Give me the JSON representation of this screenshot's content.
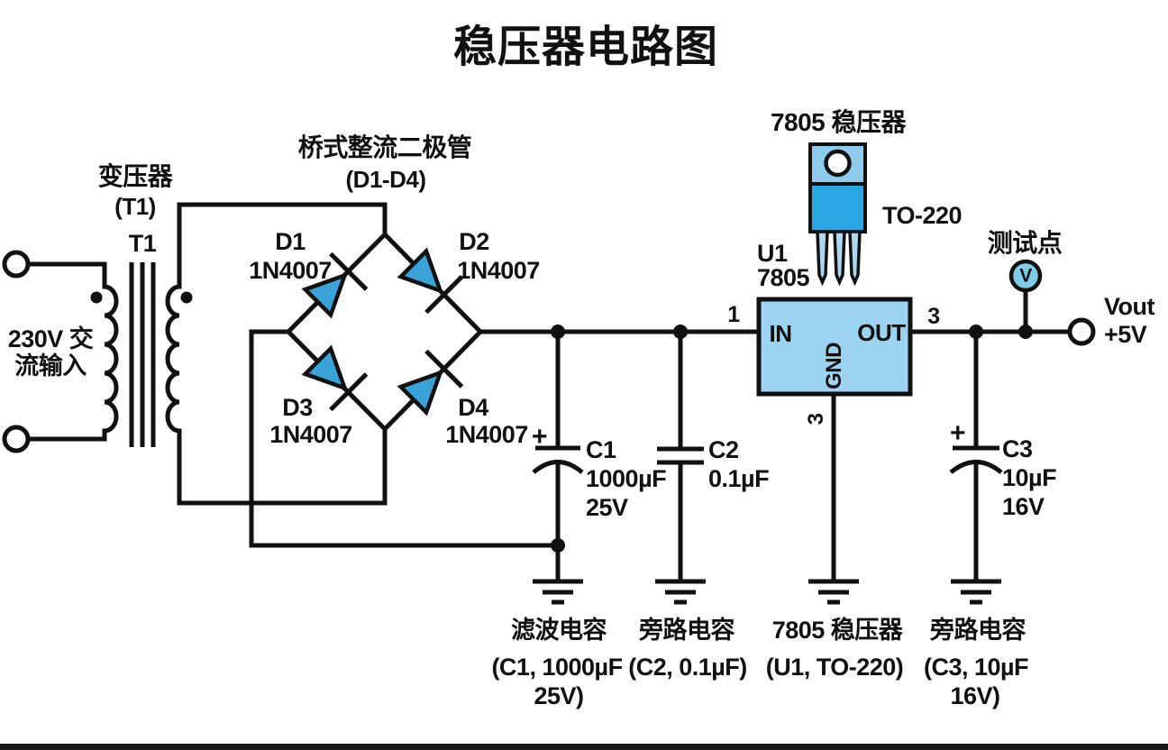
{
  "title": "稳压器电路图",
  "colors": {
    "wire": "#111111",
    "diode_fill": "#3aa4d8",
    "regulator_box_fill": "#9cd3f0",
    "to220_tab_fill": "#8ecbec",
    "to220_body_fill": "#29a7e2",
    "to220_leg_fill": "#aed7ee",
    "testpoint_fill": "#7fcbe8",
    "background": "#ffffff"
  },
  "transformer": {
    "label": "变压器",
    "sub": "(T1)",
    "ref": "T1",
    "input_line1": "230V 交",
    "input_line2": "流输入"
  },
  "bridge": {
    "label": "桥式整流二极管",
    "sub": "(D1-D4)",
    "diodes": {
      "d1": {
        "ref": "D1",
        "part": "1N4007"
      },
      "d2": {
        "ref": "D2",
        "part": "1N4007"
      },
      "d3": {
        "ref": "D3",
        "part": "1N4007"
      },
      "d4": {
        "ref": "D4",
        "part": "1N4007"
      }
    }
  },
  "capacitors": {
    "c1": {
      "polarity": "+",
      "ref": "C1",
      "value": "1000µF",
      "voltage": "25V"
    },
    "c2": {
      "ref": "C2",
      "value": "0.1µF"
    },
    "c3": {
      "polarity": "+",
      "ref": "C3",
      "value": "10µF",
      "voltage": "16V"
    }
  },
  "regulator": {
    "top_label": "7805 稳压器",
    "package": "TO-220",
    "ref": "U1",
    "part": "7805",
    "pin_in": "IN",
    "pin_out": "OUT",
    "pin_gnd": "GND",
    "pin_in_num": "1",
    "pin_out_num": "3",
    "pin_gnd_num": "3"
  },
  "testpoint": {
    "label": "测试点",
    "symbol": "V"
  },
  "output": {
    "name": "Vout",
    "value": "+5V"
  },
  "captions": {
    "c1": {
      "line1": "滤波电容",
      "line2": "(C1, 1000µF",
      "line3": "25V)"
    },
    "c2": {
      "line1": "旁路电容",
      "line2": "(C2, 0.1µF)"
    },
    "u1": {
      "line1": "7805 稳压器",
      "line2": "(U1, TO-220)"
    },
    "c3": {
      "line1": "旁路电容",
      "line2": "(C3, 10µF",
      "line3": "16V)"
    }
  }
}
